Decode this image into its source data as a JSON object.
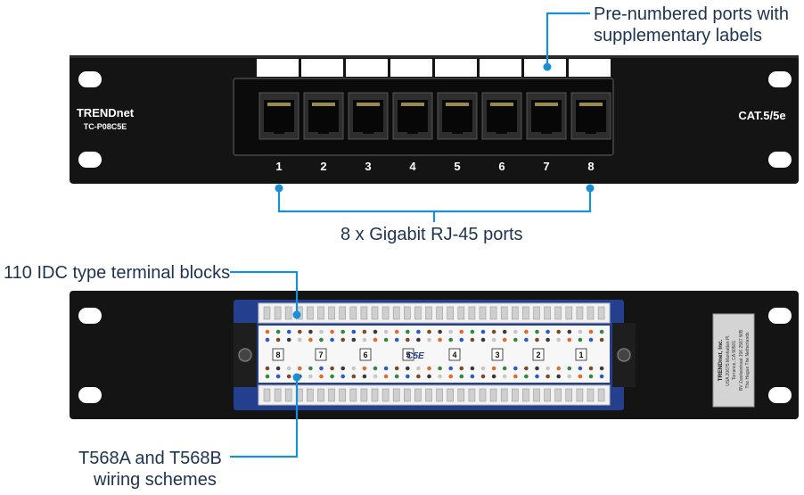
{
  "callouts": {
    "labels_line1": "Pre-numbered ports with",
    "labels_line2": "supplementary labels",
    "ports": "8 x Gigabit RJ-45 ports",
    "idc": "110 IDC type terminal blocks",
    "wiring_line1": "T568A and T568B",
    "wiring_line2": "wiring schemes"
  },
  "front_panel": {
    "brand": "TRENDnet",
    "model": "TC-P08C5E",
    "category": "CAT.5/5e",
    "port_numbers": [
      "1",
      "2",
      "3",
      "4",
      "5",
      "6",
      "7",
      "8"
    ]
  },
  "back_panel": {
    "logo": "C5E",
    "block_numbers": [
      "8",
      "7",
      "6",
      "5",
      "4",
      "3",
      "2",
      "1"
    ],
    "sticker": {
      "line1": "TRENDnet, Inc.",
      "line2": "USA  20675 Manhattan Pl.",
      "line3": "Torrance, CA 90501",
      "line4": "BV  Zwolsestraat 156 2587 WB",
      "line5": "The Hague The Netherlands"
    }
  },
  "colors": {
    "accent_blue": "#1a8fd6",
    "text_dark": "#1c3352",
    "panel_black": "#141414",
    "pcb_blue": "#243f8e"
  }
}
